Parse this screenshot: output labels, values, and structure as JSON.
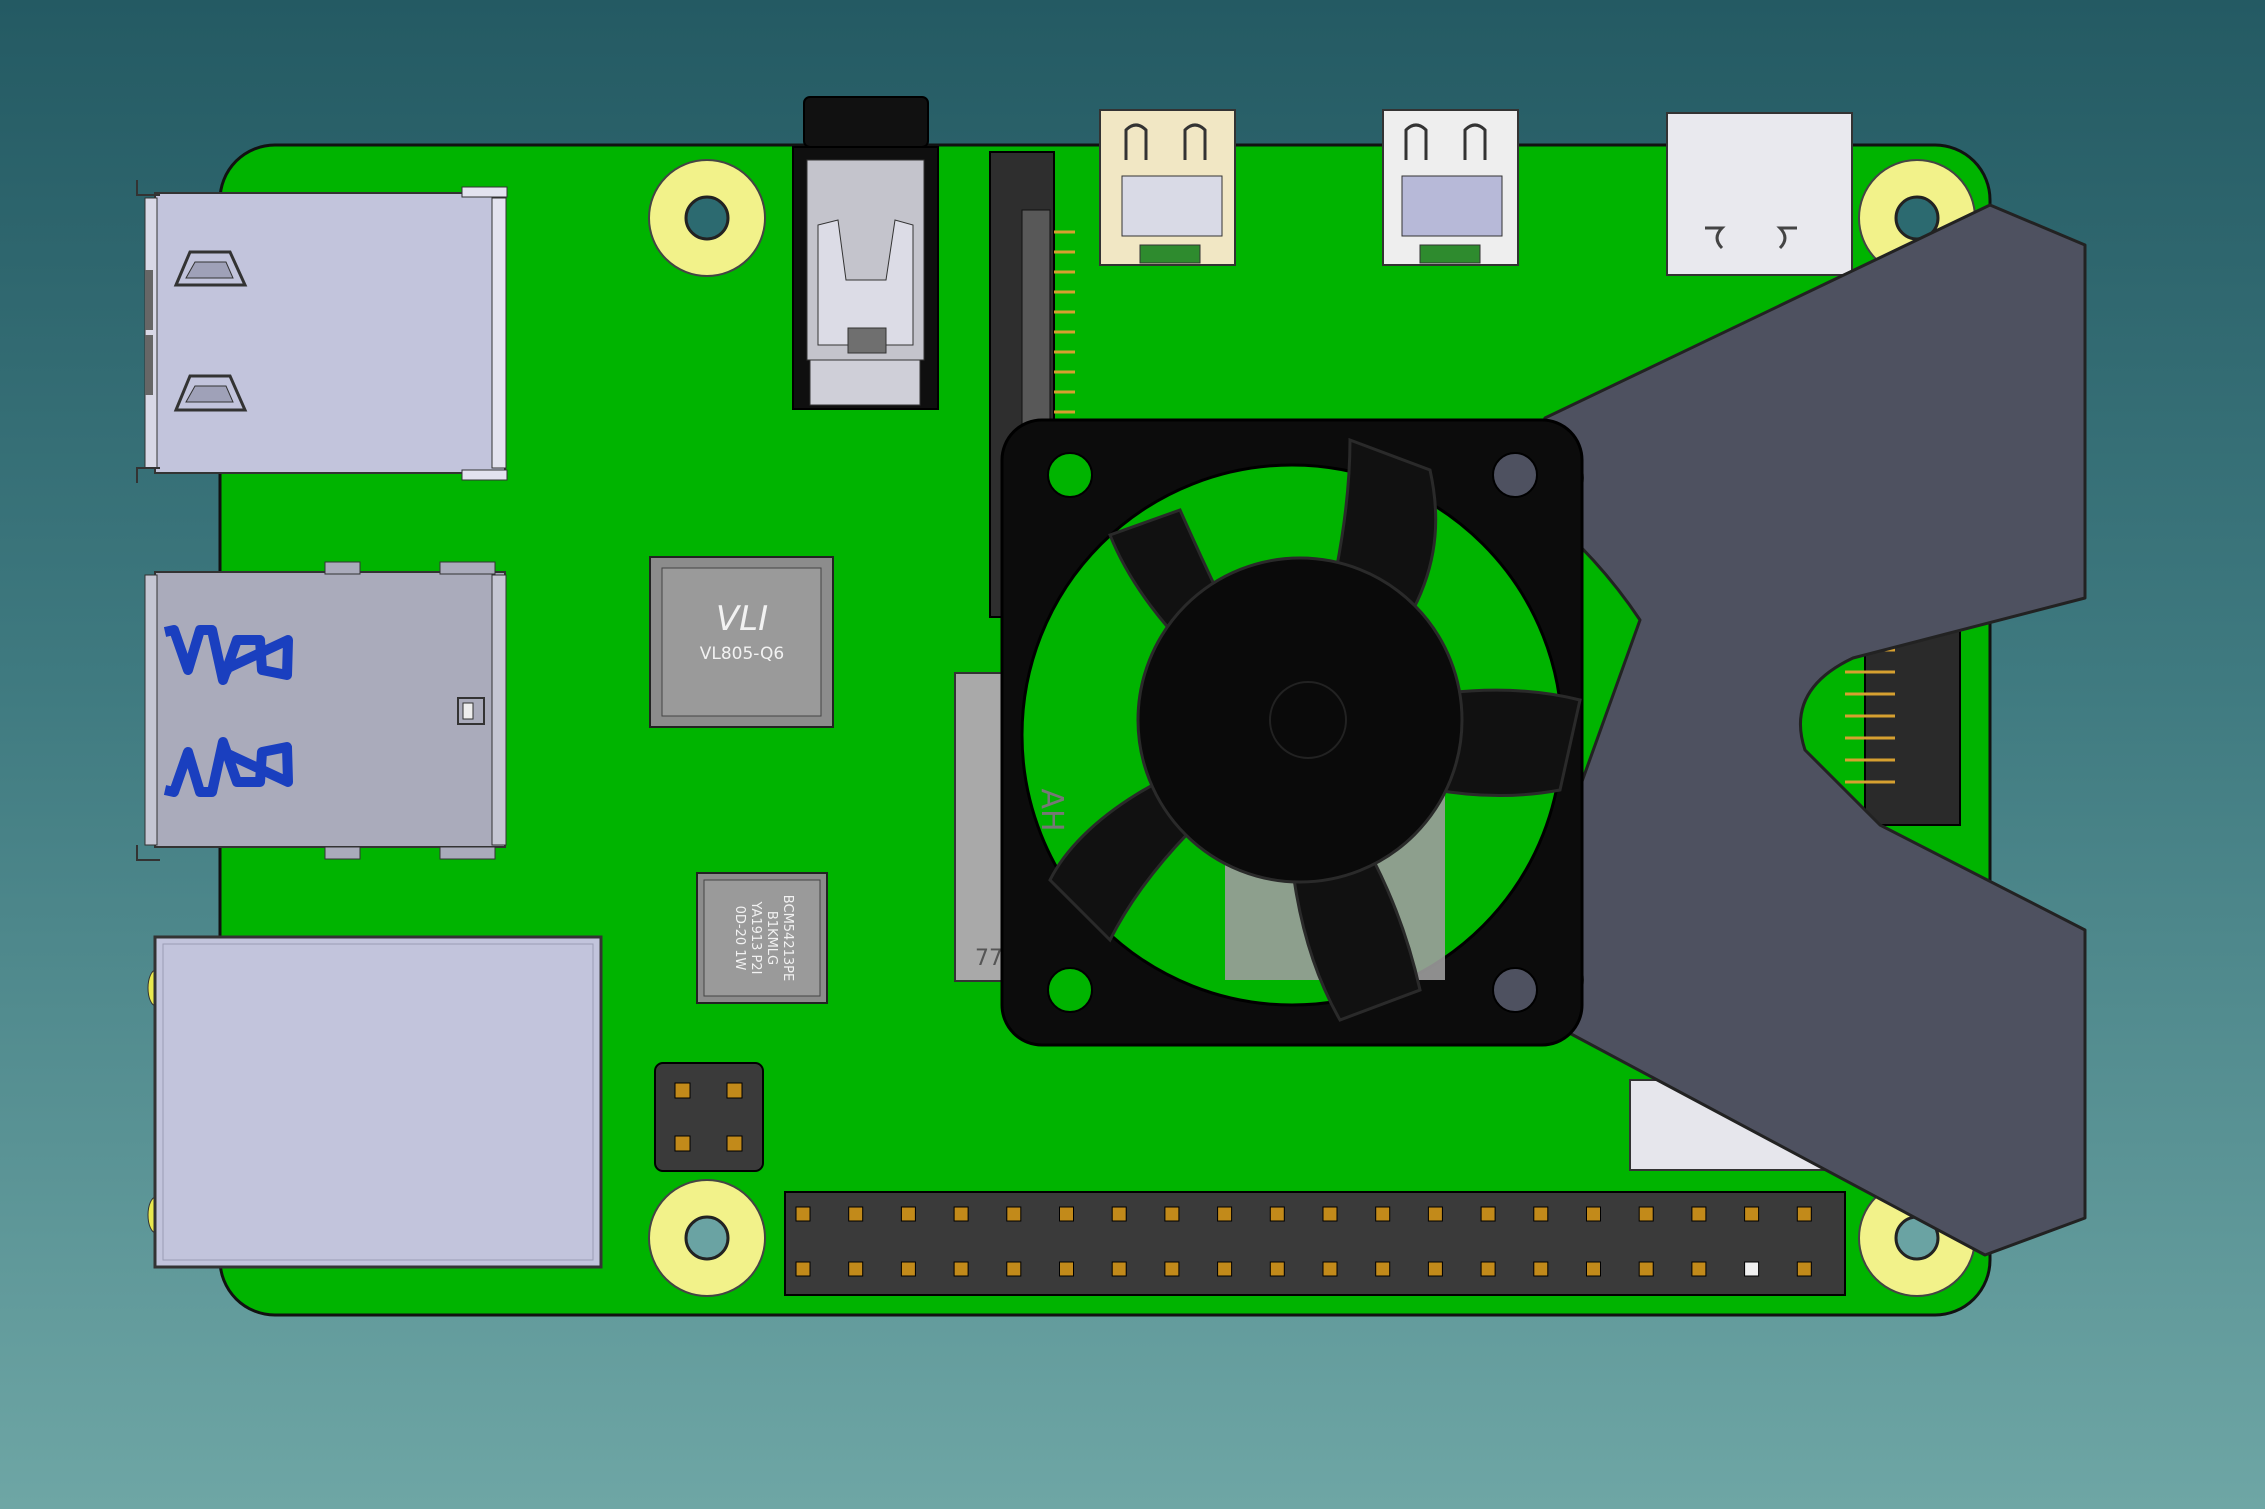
{
  "scene": {
    "background_top": "#245a63",
    "background_bottom": "#6ea6a5",
    "board_color": "#00b400",
    "mount_pad_color": "#f2f28a",
    "fan_color": "#0d0d0d",
    "bracket_color": "#4e5160"
  },
  "usb_controller": {
    "logo": "VLI",
    "part_number": "VL805-Q6"
  },
  "ethernet_phy": {
    "line1": "BCM54213PE",
    "line2": "B1KMLG",
    "line3": "YA1913 P2I",
    "line4": "0D-20  1W"
  },
  "soc_marking": {
    "top": "AH",
    "bottom": "77"
  },
  "components": {
    "gpio_header": "gpio-header",
    "poe_header": "poe-header",
    "cooling_fan": "cooling-fan",
    "fan_bracket": "fan-bracket"
  }
}
